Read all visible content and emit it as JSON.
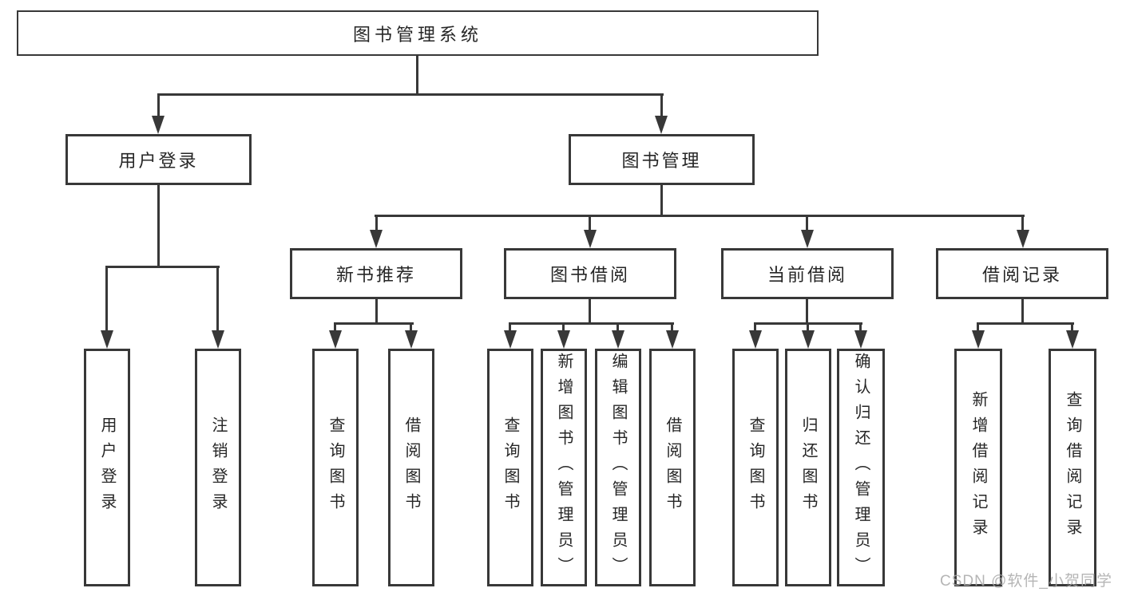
{
  "diagram": {
    "root": {
      "label": "图书管理系统"
    },
    "branches": [
      {
        "label": "用户登录",
        "leaves": [
          {
            "label": "用户登录"
          },
          {
            "label": "注销登录"
          }
        ]
      },
      {
        "label": "图书管理",
        "groups": [
          {
            "label": "新书推荐",
            "leaves": [
              {
                "label": "查询图书"
              },
              {
                "label": "借阅图书"
              }
            ]
          },
          {
            "label": "图书借阅",
            "leaves": [
              {
                "label": "查询图书"
              },
              {
                "label": "新增图书（管理员）"
              },
              {
                "label": "编辑图书（管理员）"
              },
              {
                "label": "借阅图书"
              }
            ]
          },
          {
            "label": "当前借阅",
            "leaves": [
              {
                "label": "查询图书"
              },
              {
                "label": "归还图书"
              },
              {
                "label": "确认归还（管理员）"
              }
            ]
          },
          {
            "label": "借阅记录",
            "leaves": [
              {
                "label": "新增借阅记录"
              },
              {
                "label": "查询借阅记录"
              }
            ]
          }
        ]
      }
    ],
    "colors": {
      "line": "#383838",
      "text": "#262626",
      "background": "#ffffff"
    }
  },
  "watermark": {
    "text": "CSDN @软件_小贺同学",
    "color": "#a9a9a9"
  }
}
